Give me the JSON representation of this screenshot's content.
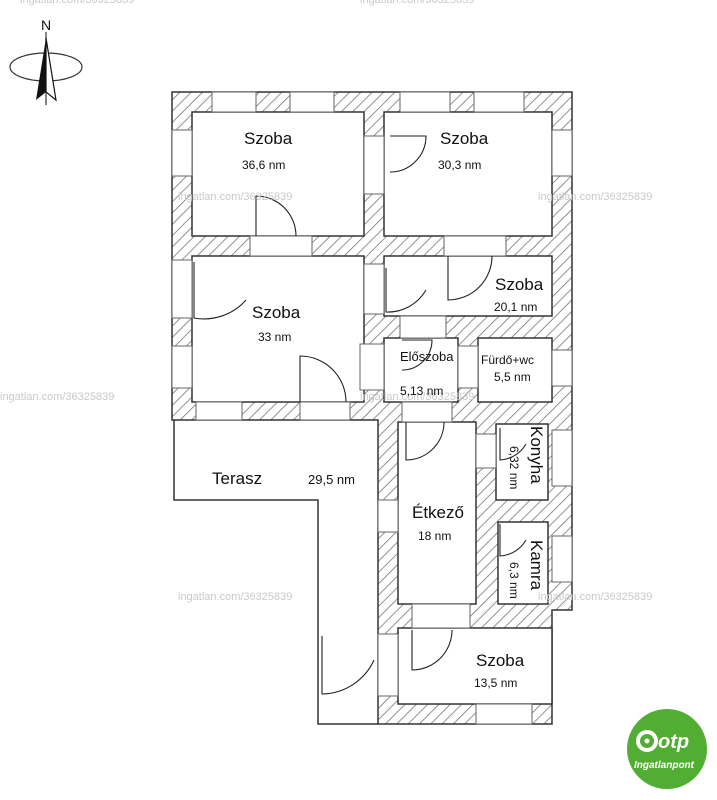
{
  "compass": {
    "label": "N"
  },
  "rooms": [
    {
      "id": "szoba-1",
      "name": "Szoba",
      "area": "36,6 nm"
    },
    {
      "id": "szoba-2",
      "name": "Szoba",
      "area": "30,3 nm"
    },
    {
      "id": "szoba-3",
      "name": "Szoba",
      "area": "33 nm"
    },
    {
      "id": "szoba-4",
      "name": "Szoba",
      "area": "20,1 nm"
    },
    {
      "id": "eloszoba",
      "name": "Előszoba",
      "area": "5,13 nm"
    },
    {
      "id": "furdo",
      "name": "Fürdő+wc",
      "area": "5,5 nm"
    },
    {
      "id": "konyha",
      "name": "Konyha",
      "area": "6,32 nm"
    },
    {
      "id": "kamra",
      "name": "Kamra",
      "area": "6,3 nm"
    },
    {
      "id": "etkezo",
      "name": "Étkező",
      "area": "18 nm"
    },
    {
      "id": "terasz",
      "name": "Terasz",
      "area": "29,5 nm"
    },
    {
      "id": "szoba-5",
      "name": "Szoba",
      "area": "13,5 nm"
    }
  ],
  "watermark": "ingatlan.com/36325839",
  "logo": {
    "brand": "otp",
    "sub": "Ingatlanpont",
    "color": "#52ae32"
  },
  "colors": {
    "wall": "#444444",
    "hatch": "#777777"
  }
}
